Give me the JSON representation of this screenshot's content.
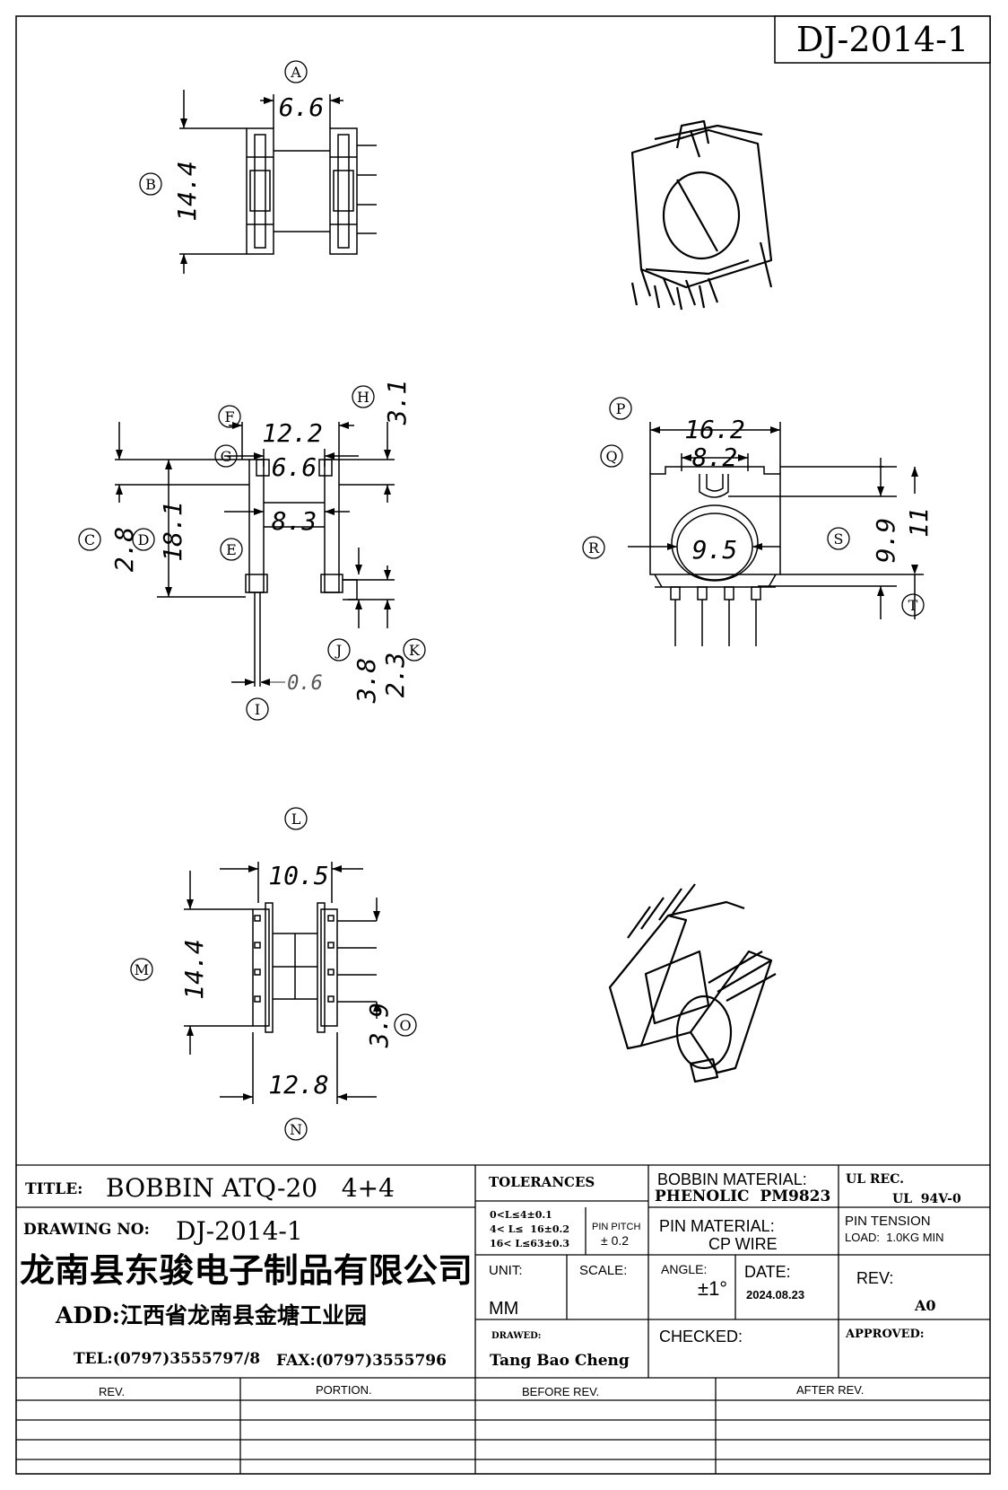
{
  "drawing_id": "DJ-2014-1",
  "views": {
    "top": {
      "callouts": {
        "a": "A",
        "b": "B"
      },
      "dims": {
        "a": "6.6",
        "b": "14.4"
      }
    },
    "side": {
      "callouts": {
        "f": "F",
        "g": "G",
        "h": "H",
        "c": "C",
        "d": "D",
        "e": "E",
        "j": "J",
        "k": "K",
        "i": "I"
      },
      "dims": {
        "w1": "12.2",
        "w2": "6.6",
        "w3": "8.3",
        "h1": "3.1",
        "h2": "2.8",
        "h3": "18.1",
        "h4": "3.8",
        "h5": "2.3",
        "pin": "0.6"
      }
    },
    "front": {
      "callouts": {
        "p": "P",
        "q": "Q",
        "r": "R",
        "s": "S",
        "t": "T"
      },
      "dims": {
        "w1": "16.2",
        "w2": "8.2",
        "d1": "9.5",
        "h1": "9.9",
        "h2": "11"
      }
    },
    "bottom": {
      "callouts": {
        "l": "L",
        "m": "M",
        "n": "N",
        "o": "O"
      },
      "dims": {
        "w1": "10.5",
        "w2": "12.8",
        "h1": "14.4",
        "h2": "3.9"
      }
    }
  },
  "title_block": {
    "title_label": "TITLE:",
    "title_value": "BOBBIN ATQ-20   4+4",
    "drawing_no_label": "DRAWING NO:",
    "drawing_no_value": "DJ-2014-1",
    "company": "龙南县东骏电子制品有限公司",
    "address": "ADD:江西省龙南县金塘工业园",
    "tel": "TEL:(0797)3555797/8",
    "fax": "FAX:(0797)3555796",
    "tolerances_label": "TOLERANCES",
    "tol1": "0<L≤4±0.1",
    "tol2": "4< L≤  16±0.2",
    "tol3": "16< L≤63±0.3",
    "pin_pitch_label": "PIN PITCH",
    "pin_pitch_value": "± 0.2",
    "bobbin_material_label": "BOBBIN MATERIAL:",
    "bobbin_material_value": "PHENOLIC  PM9823",
    "ul_rec_label": "UL REC.",
    "ul_rec_value": "UL  94V-0",
    "pin_material_label": "PIN MATERIAL:",
    "pin_material_value": "CP WIRE",
    "pin_tension_label": "PIN TENSION",
    "pin_tension_value": "LOAD:  1.0KG MIN",
    "unit_label": "UNIT:",
    "unit_value": "MM",
    "scale_label": "SCALE:",
    "angle_label": "ANGLE:",
    "angle_value": "±1°",
    "date_label": "DATE:",
    "date_value": "2024.08.23",
    "rev_label": "REV:",
    "rev_value": "A0",
    "drawn_label": "DRAWED:",
    "drawn_value": "Tang Bao Cheng",
    "checked_label": "CHECKED:",
    "approved_label": "APPROVED:"
  },
  "revision_table": {
    "headers": [
      "REV.",
      "PORTION.",
      "BEFORE REV.",
      "AFTER REV."
    ]
  }
}
